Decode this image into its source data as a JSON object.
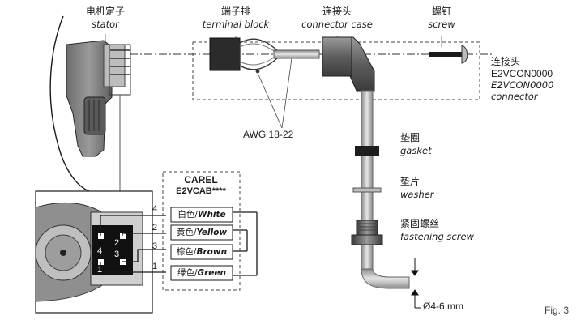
{
  "labels": {
    "stator_zh": "电机定子",
    "stator_en": "stator",
    "terminal_zh": "端子排",
    "terminal_en": "terminal block",
    "connector_case_zh": "连接头",
    "connector_case_en": "connector case",
    "screw_zh": "螺钉",
    "screw_en": "screw",
    "connector_zh": "连接头",
    "connector_code1": "E2VCON0000",
    "connector_code2": "E2VCON0000",
    "connector_en": "connector",
    "awg": "AWG 18-22",
    "gasket_zh": "垫圈",
    "gasket_en": "gasket",
    "washer_zh": "垫片",
    "washer_en": "washer",
    "fastening_zh": "紧固螺丝",
    "fastening_en": "fastening screw",
    "diameter": "Ø4-6 mm",
    "cable_brand": "CAREL",
    "cable_code": "E2VCAB****",
    "fig": "Fig. 3"
  },
  "wires": [
    {
      "num": "4",
      "zh": "白色/",
      "en": "White"
    },
    {
      "num": "2",
      "zh": "黄色/",
      "en": "Yellow"
    },
    {
      "num": "3",
      "zh": "棕色/",
      "en": "Brown"
    },
    {
      "num": "1",
      "zh": "绿色/",
      "en": "Green"
    }
  ],
  "pins": [
    "4",
    "2",
    "3",
    "1"
  ]
}
